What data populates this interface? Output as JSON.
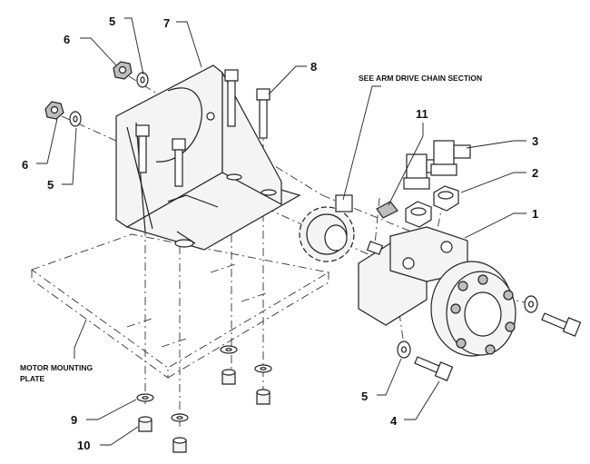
{
  "labels": {
    "see_section": "SEE ARM DRIVE CHAIN SECTION",
    "mount_plate_line1": "MOTOR MOUNTING",
    "mount_plate_line2": "PLATE"
  },
  "callouts": [
    "1",
    "2",
    "3",
    "4",
    "5",
    "5",
    "5",
    "6",
    "6",
    "7",
    "8",
    "9",
    "10",
    "11"
  ]
}
